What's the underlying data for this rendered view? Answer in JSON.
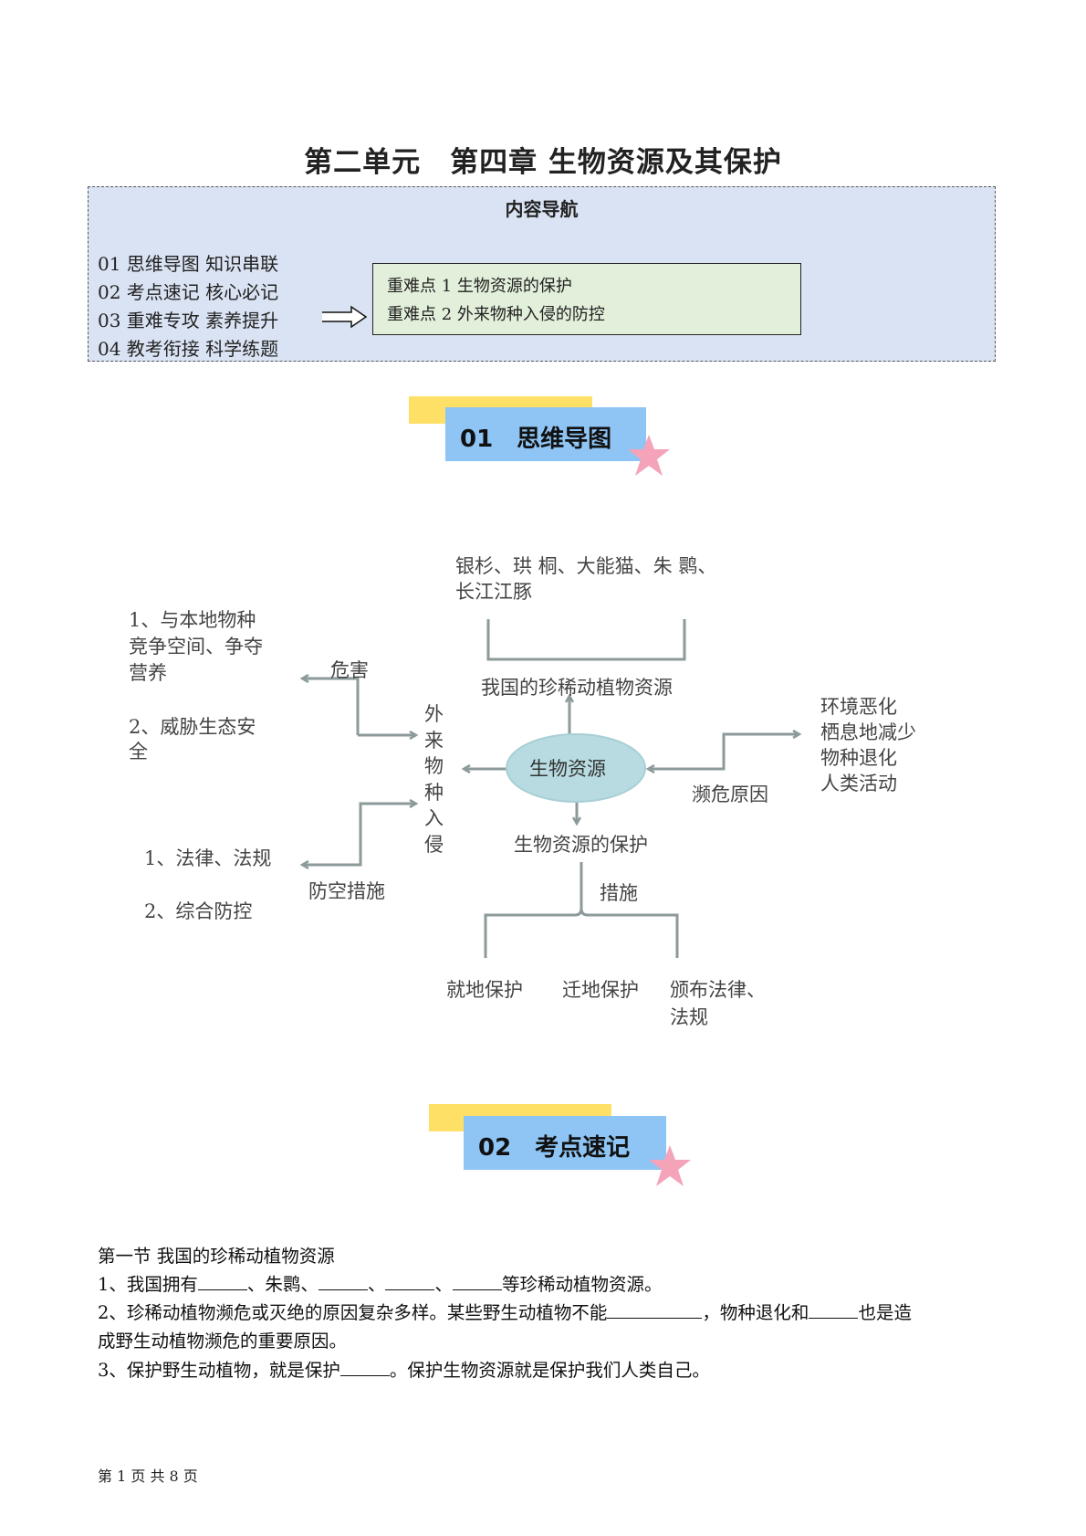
{
  "title": "第二单元　第四章 生物资源及其保护",
  "nav": {
    "heading": "内容导航",
    "items": [
      "01 思维导图 知识串联",
      "02 考点速记 核心必记",
      "03 重难专攻 素养提升",
      "04 教考衔接 科学练题"
    ],
    "key_points": [
      "重难点 1 生物资源的保护",
      "重难点 2 外来物种入侵的防控"
    ]
  },
  "sections": [
    {
      "label": "01　思维导图"
    },
    {
      "label": "02　考点速记"
    }
  ],
  "mindmap": {
    "center": "生物资源",
    "rare_examples": [
      "银杉、珙 桐、大能猫、朱 鹮、",
      "长江江豚"
    ],
    "rare_title": "我国的珍稀动植物资源",
    "invasion": [
      "外",
      "来",
      "物",
      "种",
      "入",
      "侵"
    ],
    "harm_label": "危害",
    "harm_items": [
      "1、与本地物种",
      "竞争空间、争夺",
      "营养",
      "2、威胁生态安",
      "全"
    ],
    "control_label": "防空措施",
    "control_items": [
      "1、法律、法规",
      "2、综合防控"
    ],
    "endangered_label": "濒危原因",
    "endangered_items": [
      "环境恶化",
      "栖息地减少",
      "物种退化",
      "人类活动"
    ],
    "protection_title": "生物资源的保护",
    "measures_label": "措施",
    "measures": [
      "就地保护",
      "迁地保护",
      "颁布法律、",
      "法规"
    ]
  },
  "notes": {
    "section_title": "第一节 我国的珍稀动植物资源",
    "q1": [
      "1、我国拥有",
      "、朱鹮、",
      "、",
      "、",
      "等珍稀动植物资源。"
    ],
    "q2": [
      "2、珍稀动植物濒危或灭绝的原因复杂多样。某些野生动植物不能",
      "，物种退化和",
      "也是造"
    ],
    "q2b": "成野生动植物濒危的重要原因。",
    "q3": [
      "3、保护野生动植物，就是保护",
      "。保护生物资源就是保护我们人类自己。"
    ]
  },
  "footer": "第 1 页 共 8 页",
  "colors": {
    "nav_bg": "#dae3f3",
    "green_bg": "#e2efda",
    "banner_blue": "#8ec5f5",
    "banner_yellow": "#ffe066",
    "star": "#f4a3b9",
    "ellipse": "#b7dbe0",
    "arrow": "#8c9a9a"
  }
}
